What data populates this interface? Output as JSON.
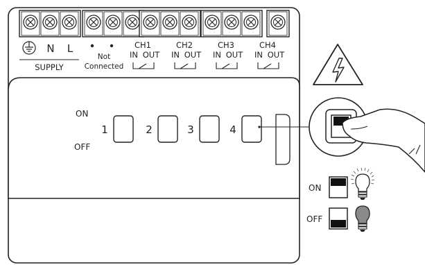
{
  "terminal_labels": {
    "earth": "⏚",
    "n": "N",
    "l": "L",
    "supply": "SUPPLY",
    "not_connected_line1": "Not",
    "not_connected_line2": "Connected"
  },
  "channels": [
    {
      "name": "CH1",
      "in": "IN",
      "out": "OUT"
    },
    {
      "name": "CH2",
      "in": "IN",
      "out": "OUT"
    },
    {
      "name": "CH3",
      "in": "IN",
      "out": "OUT"
    },
    {
      "name": "CH4",
      "in": "IN",
      "out": "OUT"
    }
  ],
  "front_panel": {
    "on_label": "ON",
    "off_label": "OFF",
    "switch_numbers": [
      "1",
      "2",
      "3",
      "4"
    ]
  },
  "legend": {
    "on_label": "ON",
    "off_label": "OFF"
  },
  "warning_icon": "high-voltage-warning-icon",
  "colors": {
    "stroke": "#222222",
    "bulb_off": "#8a8a8a",
    "bulb_on": "#ffffff"
  }
}
